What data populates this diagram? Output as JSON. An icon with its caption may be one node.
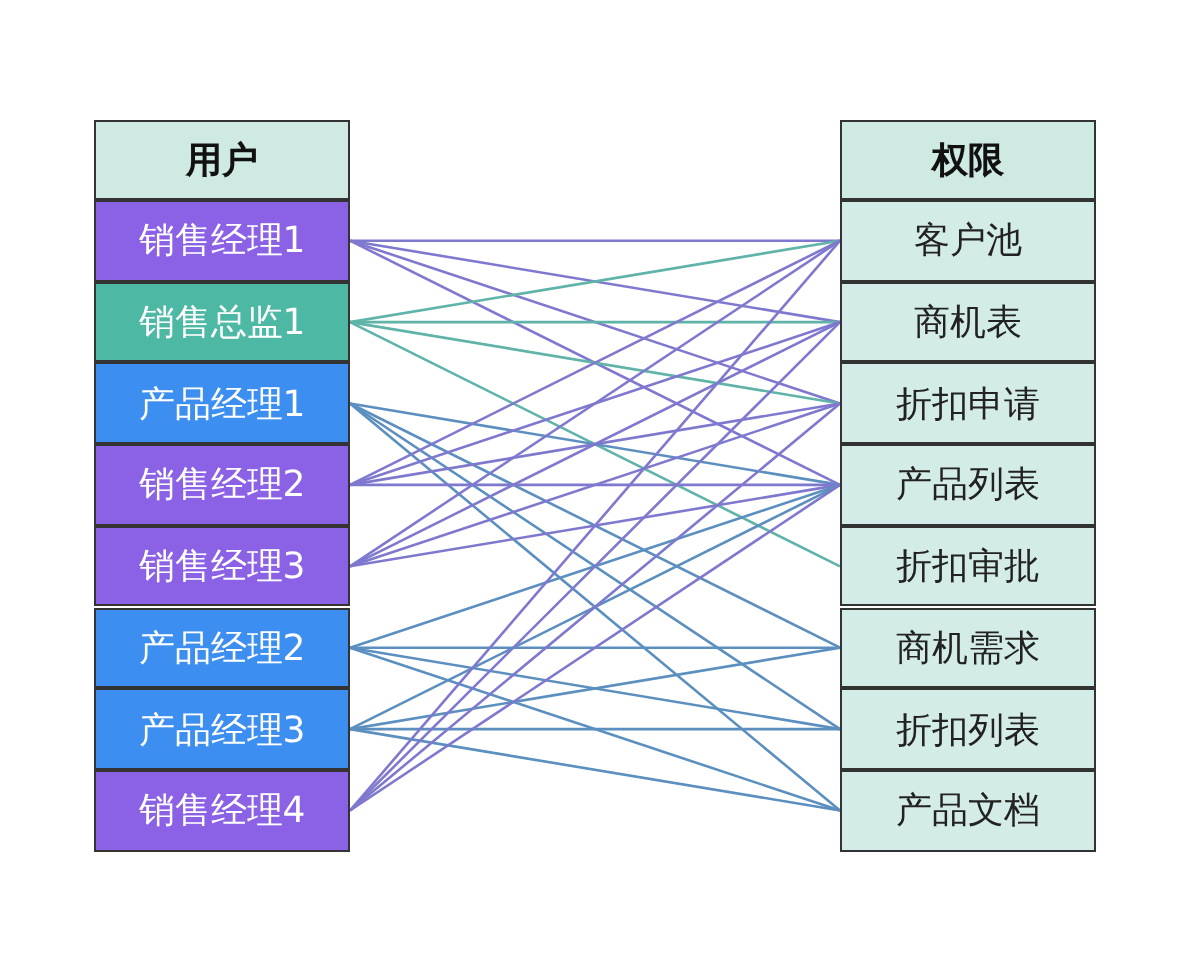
{
  "diagram": {
    "nodes": [
      {
        "text": [
          "用户"
        ]
      },
      {
        "text": [
          "销售经理1"
        ]
      },
      {
        "text": [
          "销售总监1"
        ]
      },
      {
        "text": [
          "产品经理1"
        ]
      },
      {
        "text": [
          "销售经理2"
        ]
      },
      {
        "text": [
          "销售经理3"
        ]
      },
      {
        "text": [
          "产品经理2"
        ]
      },
      {
        "text": [
          "产品经理3"
        ]
      },
      {
        "text": [
          "销售经理4"
        ]
      },
      {
        "text": [
          "权限"
        ]
      },
      {
        "text": [
          "客户池"
        ]
      },
      {
        "text": [
          "商机表"
        ]
      },
      {
        "text": [
          "折扣申请"
        ]
      },
      {
        "text": [
          "产品列表"
        ]
      },
      {
        "text": [
          "折扣审批"
        ]
      },
      {
        "text": [
          "商机需求"
        ]
      },
      {
        "text": [
          "折扣列表"
        ]
      },
      {
        "text": [
          "产品文档"
        ]
      }
    ],
    "edges": [
      {
        "from": 1,
        "to": 10,
        "arrow": "none"
      },
      {
        "from": 1,
        "to": 11,
        "arrow": "none"
      },
      {
        "from": 1,
        "to": 12,
        "arrow": "none"
      },
      {
        "from": 1,
        "to": 13,
        "arrow": "none"
      },
      {
        "from": 2,
        "to": 10,
        "arrow": "none",
        "color": "#5fb3a8"
      },
      {
        "from": 2,
        "to": 11,
        "arrow": "none",
        "color": "#5fb3a8"
      },
      {
        "from": 2,
        "to": 12,
        "arrow": "none",
        "color": "#5fb3a8"
      },
      {
        "from": 2,
        "to": 14,
        "arrow": "none",
        "color": "#5fb3a8"
      },
      {
        "from": 3,
        "to": 13,
        "arrow": "none",
        "color": "#5b8fbf"
      },
      {
        "from": 3,
        "to": 15,
        "arrow": "none",
        "color": "#5b8fbf"
      },
      {
        "from": 3,
        "to": 16,
        "arrow": "none",
        "color": "#5b8fbf"
      },
      {
        "from": 3,
        "to": 17,
        "arrow": "none",
        "color": "#5b8fbf"
      },
      {
        "from": 4,
        "to": 10,
        "arrow": "none"
      },
      {
        "from": 4,
        "to": 11,
        "arrow": "none"
      },
      {
        "from": 4,
        "to": 12,
        "arrow": "none"
      },
      {
        "from": 4,
        "to": 13,
        "arrow": "none"
      },
      {
        "from": 5,
        "to": 10,
        "arrow": "none"
      },
      {
        "from": 5,
        "to": 11,
        "arrow": "none"
      },
      {
        "from": 5,
        "to": 12,
        "arrow": "none"
      },
      {
        "from": 5,
        "to": 13,
        "arrow": "none"
      },
      {
        "from": 6,
        "to": 13,
        "arrow": "none",
        "color": "#5b8fbf"
      },
      {
        "from": 6,
        "to": 15,
        "arrow": "none",
        "color": "#5b8fbf"
      },
      {
        "from": 6,
        "to": 16,
        "arrow": "none",
        "color": "#5b8fbf"
      },
      {
        "from": 6,
        "to": 17,
        "arrow": "none",
        "color": "#5b8fbf"
      },
      {
        "from": 7,
        "to": 13,
        "arrow": "none",
        "color": "#5b8fbf"
      },
      {
        "from": 7,
        "to": 15,
        "arrow": "none",
        "color": "#5b8fbf"
      },
      {
        "from": 7,
        "to": 16,
        "arrow": "none",
        "color": "#5b8fbf"
      },
      {
        "from": 7,
        "to": 17,
        "arrow": "none",
        "color": "#5b8fbf"
      },
      {
        "from": 8,
        "to": 10,
        "arrow": "none"
      },
      {
        "from": 8,
        "to": 11,
        "arrow": "none"
      },
      {
        "from": 8,
        "to": 12,
        "arrow": "none"
      },
      {
        "from": 8,
        "to": 13,
        "arrow": "none"
      }
    ]
  }
}
